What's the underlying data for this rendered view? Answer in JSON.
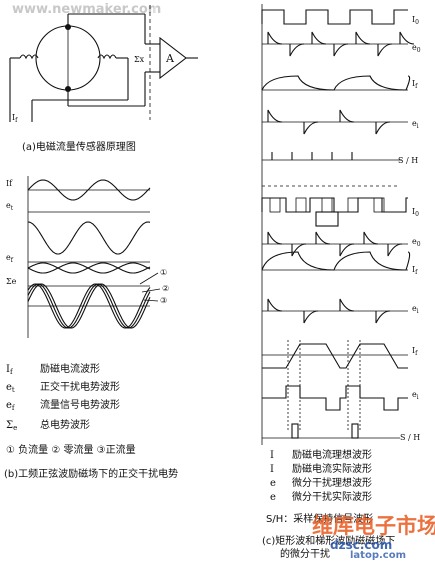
{
  "watermark_top": "www.newmaker.com",
  "watermark_bottom_cn": "维库电子市场网",
  "watermark_bottom_en": "dzsc.com",
  "watermark_bottom_url": "latop.com",
  "panel_a": {
    "caption": "(a)电磁流量传感器原理图",
    "labels": {
      "if": "I",
      "if_sub": "f",
      "ex": "Σx",
      "amp": "A"
    }
  },
  "panel_b": {
    "axis_labels": {
      "if": "If",
      "et": "e",
      "et_sub": "t",
      "ef": "e",
      "ef_sub": "f",
      "sum": "Σe"
    },
    "markers": [
      "①",
      "②",
      "③"
    ],
    "legend": [
      {
        "sym": "I",
        "sub": "f",
        "text": "励磁电流波形"
      },
      {
        "sym": "e",
        "sub": "t",
        "text": "正交干扰电势波形"
      },
      {
        "sym": "e",
        "sub": "f",
        "text": "流量信号电势波形"
      },
      {
        "sym": "Σ",
        "sub": "e",
        "text": "总电势波形"
      }
    ],
    "flow_legend": "① 负流量  ② 零流量  ③正流量",
    "caption": "(b)工频正弦波励磁场下的正交干扰电势"
  },
  "panel_c": {
    "axis_labels": {
      "i0": "I",
      "i0_sub": "0",
      "e0": "e",
      "e0_sub": "0",
      "if": "I",
      "if_sub": "f",
      "ei": "e",
      "ei_sub": "i",
      "sh": "S / H",
      "i0b": "I",
      "i0b_sub": "0",
      "e0b": "e",
      "e0b_sub": "0",
      "ifb": "I",
      "ifb_sub": "f",
      "eib": "e",
      "eib_sub": "i",
      "ifc": "I",
      "ifc_sub": "f",
      "eic": "e",
      "eic_sub": "i",
      "shc": "S / H"
    },
    "legend": [
      {
        "sym": "I",
        "text": "励磁电流理想波形"
      },
      {
        "sym": "I",
        "text": "励磁电流实际波形"
      },
      {
        "sym": "e",
        "text": "微分干扰理想波形"
      },
      {
        "sym": "e",
        "text": "微分干扰实际波形"
      }
    ],
    "sh_legend": "S/H：采样保持信号波形",
    "caption_line1": "(c)矩形波和梯形波励磁磁场下",
    "caption_line2": "的微分干扰"
  }
}
